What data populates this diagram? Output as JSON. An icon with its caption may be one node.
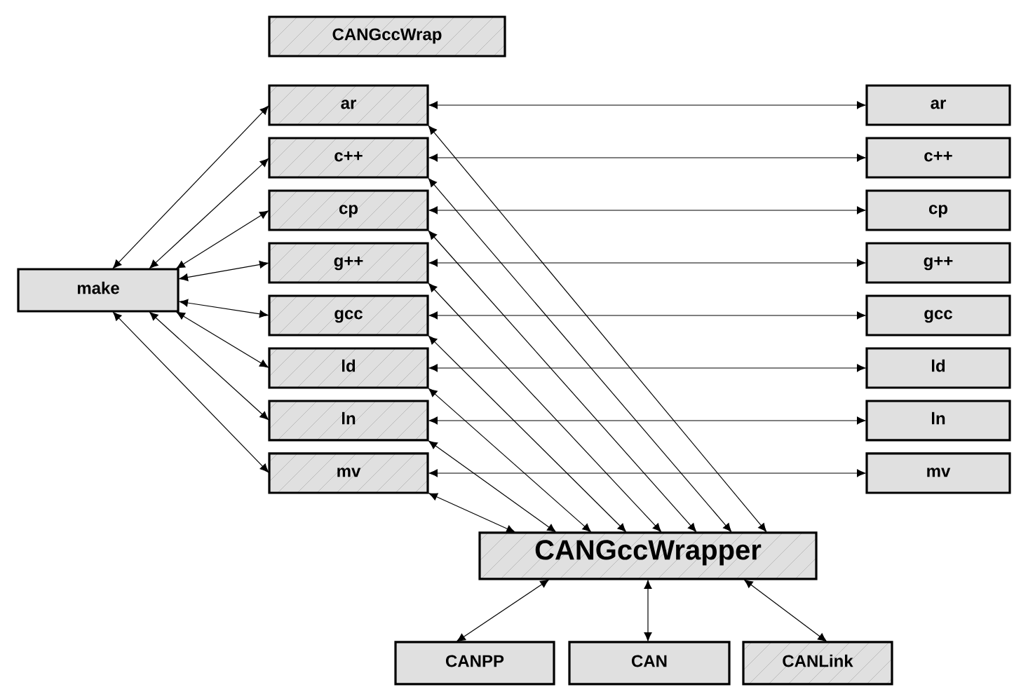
{
  "diagram": {
    "nodes": [
      {
        "text": [
          "CANGccWrap"
        ]
      },
      {
        "text": [
          "ar"
        ]
      },
      {
        "text": [
          "c++"
        ]
      },
      {
        "text": [
          "cp"
        ]
      },
      {
        "text": [
          "g++"
        ]
      },
      {
        "text": [
          "gcc"
        ]
      },
      {
        "text": [
          "ld"
        ]
      },
      {
        "text": [
          "ln"
        ]
      },
      {
        "text": [
          "mv"
        ]
      },
      {
        "text": [
          "make"
        ]
      },
      {
        "text": [
          "ar"
        ]
      },
      {
        "text": [
          "c++"
        ]
      },
      {
        "text": [
          "cp"
        ]
      },
      {
        "text": [
          "g++"
        ]
      },
      {
        "text": [
          "gcc"
        ]
      },
      {
        "text": [
          "ld"
        ]
      },
      {
        "text": [
          "ln"
        ]
      },
      {
        "text": [
          "mv"
        ]
      },
      {
        "text": [
          "CANGccWrapper"
        ]
      },
      {
        "text": [
          "CANPP"
        ]
      },
      {
        "text": [
          "CAN"
        ]
      },
      {
        "text": [
          "CANLink"
        ]
      }
    ],
    "edges": [
      {
        "from": 9,
        "to": 1,
        "arrow": "both"
      },
      {
        "from": 9,
        "to": 2,
        "arrow": "both"
      },
      {
        "from": 9,
        "to": 3,
        "arrow": "both"
      },
      {
        "from": 9,
        "to": 4,
        "arrow": "both"
      },
      {
        "from": 9,
        "to": 5,
        "arrow": "both"
      },
      {
        "from": 9,
        "to": 6,
        "arrow": "both"
      },
      {
        "from": 9,
        "to": 7,
        "arrow": "both"
      },
      {
        "from": 9,
        "to": 8,
        "arrow": "both"
      },
      {
        "from": 1,
        "to": 10,
        "arrow": "both"
      },
      {
        "from": 2,
        "to": 11,
        "arrow": "both"
      },
      {
        "from": 3,
        "to": 12,
        "arrow": "both"
      },
      {
        "from": 4,
        "to": 13,
        "arrow": "both"
      },
      {
        "from": 5,
        "to": 14,
        "arrow": "both"
      },
      {
        "from": 6,
        "to": 15,
        "arrow": "both"
      },
      {
        "from": 7,
        "to": 16,
        "arrow": "both"
      },
      {
        "from": 8,
        "to": 17,
        "arrow": "both"
      },
      {
        "from": 1,
        "to": 18,
        "arrow": "both"
      },
      {
        "from": 2,
        "to": 18,
        "arrow": "both"
      },
      {
        "from": 3,
        "to": 18,
        "arrow": "both"
      },
      {
        "from": 4,
        "to": 18,
        "arrow": "both"
      },
      {
        "from": 5,
        "to": 18,
        "arrow": "both"
      },
      {
        "from": 6,
        "to": 18,
        "arrow": "both"
      },
      {
        "from": 7,
        "to": 18,
        "arrow": "both"
      },
      {
        "from": 8,
        "to": 18,
        "arrow": "both"
      },
      {
        "from": 18,
        "to": 19,
        "arrow": "both"
      },
      {
        "from": 18,
        "to": 20,
        "arrow": "both"
      },
      {
        "from": 18,
        "to": 21,
        "arrow": "both"
      }
    ]
  }
}
